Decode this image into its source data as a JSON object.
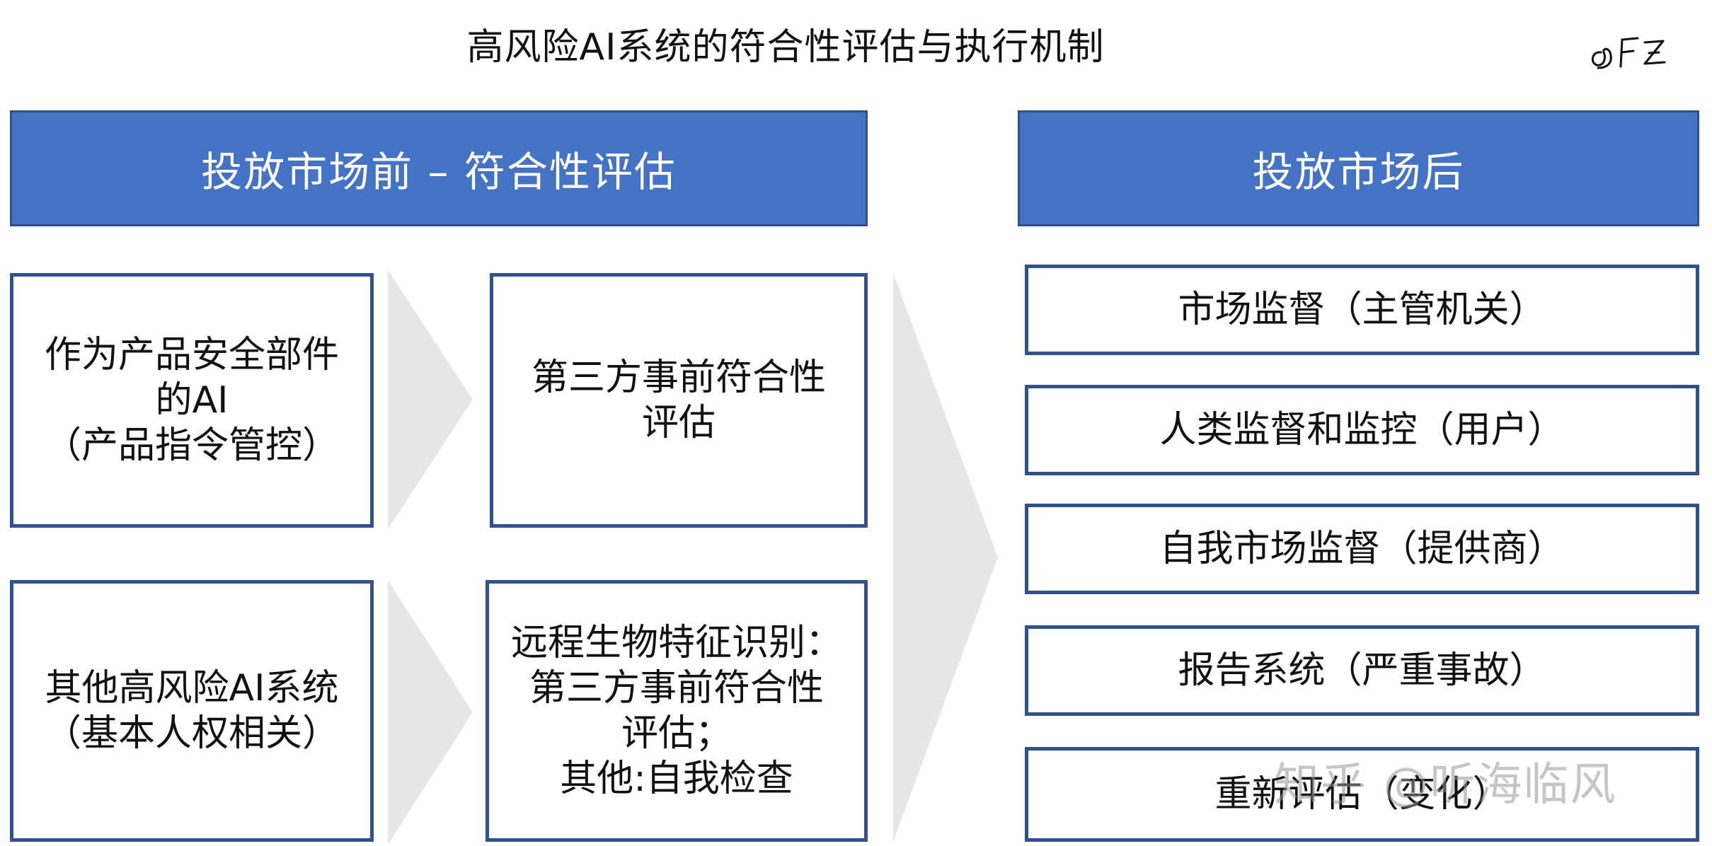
{
  "title": "高风险AI系统的符合性评估与执行机制",
  "signature": "@FZ",
  "headers": {
    "left": "投放市场前 – 符合性评估",
    "right": "投放市场后"
  },
  "left_column": [
    "作为产品安全部件\n的AI\n（产品指令管控）",
    "其他高风险AI系统\n（基本人权相关）"
  ],
  "middle_column": [
    "第三方事前符合性\n评估",
    "远程生物特征识别：\n第三方事前符合性\n评估；\n其他:自我检查"
  ],
  "right_column": [
    "市场监督（主管机关）",
    "人类监督和监控（用户）",
    "自我市场监督（提供商）",
    "报告系统（严重事故）",
    "重新评估（变化）"
  ],
  "watermark": "知乎 @听海临风",
  "colors": {
    "header_fill": "#4472c4",
    "box_border": "#2f528f",
    "arrow_fill": "#e6e6e6"
  }
}
